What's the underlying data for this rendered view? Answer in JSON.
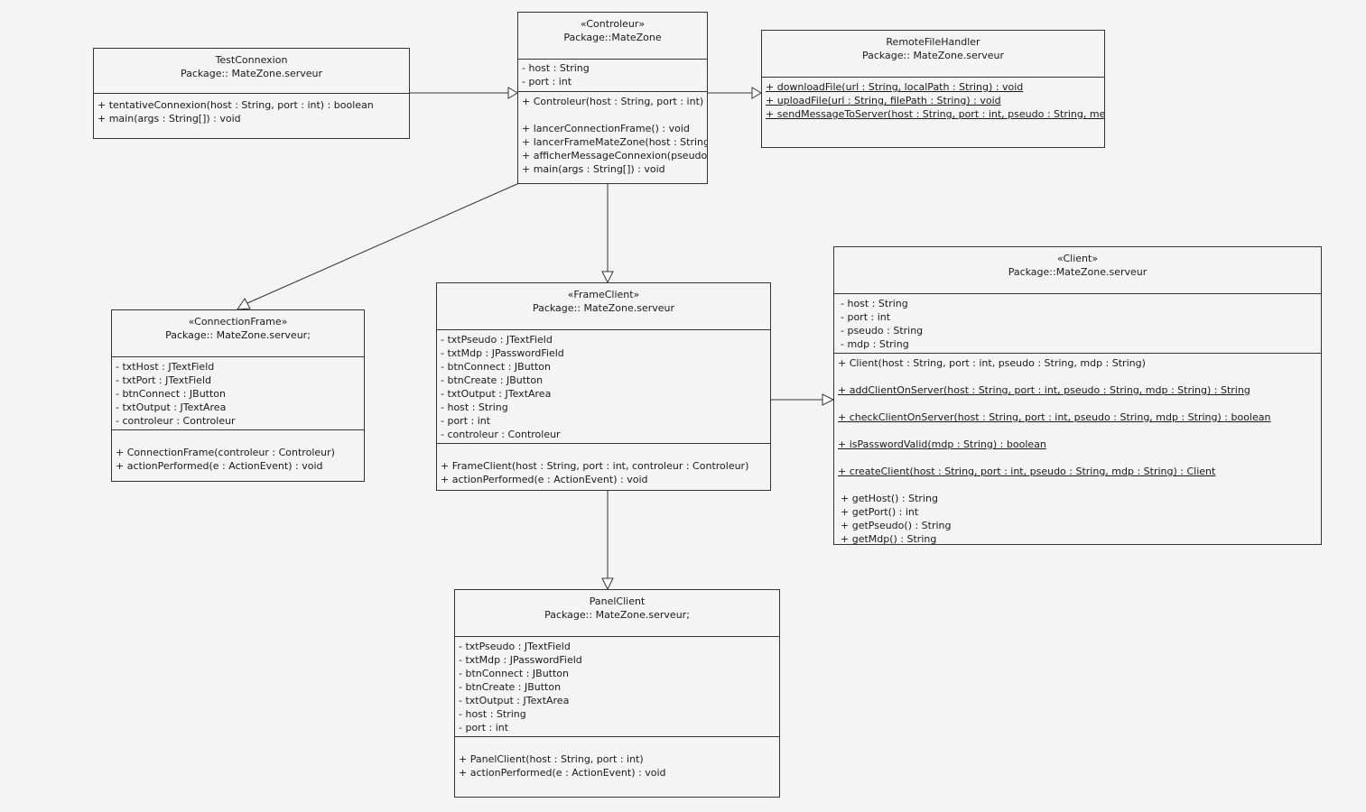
{
  "classes": {
    "testconnexion": {
      "name": "TestConnexion",
      "package": "Package:: MateZone.serveur",
      "methods": [
        "+ tentativeConnexion(host : String, port : int) : boolean",
        "+ main(args : String[]) : void"
      ]
    },
    "controleur": {
      "stereotype": "«Controleur»",
      "package": "Package::MateZone",
      "attributes": [
        "- host : String",
        "- port : int"
      ],
      "methods": [
        "+ Controleur(host : String, port : int)",
        "",
        "+ lancerConnectionFrame() : void",
        "+ lancerFrameMateZone(host : String",
        "+ afficherMessageConnexion(pseudo",
        "+  main(args : String[]) : void"
      ]
    },
    "remotefilehandler": {
      "name": "RemoteFileHandler",
      "package": "Package:: MateZone.serveur",
      "methods": [
        "+ downloadFile(url : String, localPath : String) : void",
        "+ uploadFile(url : String, filePath : String) : void",
        "+ sendMessageToServer(host : String, port : int, pseudo : String, me"
      ]
    },
    "connectionframe": {
      "stereotype": "«ConnectionFrame»",
      "package": "Package:: MateZone.serveur;",
      "attributes": [
        "- txtHost : JTextField",
        "- txtPort : JTextField",
        "- btnConnect : JButton",
        "- txtOutput : JTextArea",
        "- controleur : Controleur"
      ],
      "methods": [
        "+ ConnectionFrame(controleur : Controleur)",
        "+ actionPerformed(e : ActionEvent) : void"
      ]
    },
    "frameclient": {
      "stereotype": "«FrameClient»",
      "package": "Package:: MateZone.serveur",
      "attributes": [
        "- txtPseudo : JTextField",
        "- txtMdp : JPasswordField",
        "- btnConnect : JButton",
        "- btnCreate : JButton",
        "- txtOutput : JTextArea",
        "- host : String",
        "- port : int",
        "- controleur : Controleur"
      ],
      "methods": [
        "+ FrameClient(host : String, port : int, controleur : Controleur)",
        "+ actionPerformed(e : ActionEvent) : void"
      ]
    },
    "client": {
      "stereotype": "«Client»",
      "package": "Package::MateZone.serveur",
      "attributes": [
        "- host : String",
        "- port : int",
        "- pseudo : String",
        "- mdp : String"
      ],
      "methods": [
        "+ Client(host : String, port : int, pseudo : String, mdp : String)",
        "+ addClientOnServer(host : String, port : int, pseudo : String, mdp : String) : String",
        "+ checkClientOnServer(host : String, port : int, pseudo : String, mdp : String) : boolean",
        "+ isPasswordValid(mdp : String) : boolean",
        "+ createClient(host : String, port : int, pseudo : String, mdp : String) : Client",
        "+ getHost() : String",
        "+ getPort() : int",
        "+ getPseudo() : String",
        "+ getMdp() : String"
      ]
    },
    "panelclient": {
      "name": "PanelClient",
      "package": "Package:: MateZone.serveur;",
      "attributes": [
        "- txtPseudo : JTextField",
        "- txtMdp : JPasswordField",
        "- btnConnect : JButton",
        "- btnCreate : JButton",
        "- txtOutput : JTextArea",
        "- host : String",
        "- port : int"
      ],
      "methods": [
        "+ PanelClient(host : String, port : int)",
        "+ actionPerformed(e : ActionEvent) : void"
      ]
    }
  },
  "colors": {
    "background": "#f4f4f4",
    "line": "#333333",
    "text": "#1a1a1a"
  }
}
